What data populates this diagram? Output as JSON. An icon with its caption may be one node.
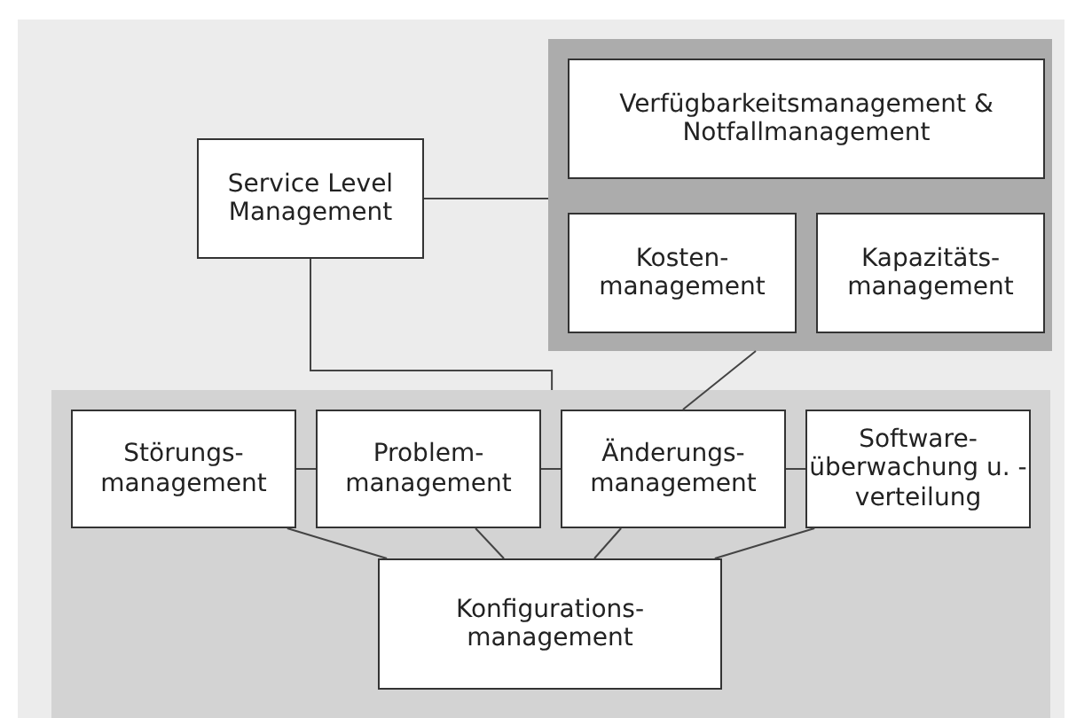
{
  "diagram": {
    "nodes": [
      {
        "text": [],
        "shape": "box"
      },
      {
        "text": [
          "Verfügbarkeitsmanagement & Notfallmanagement"
        ],
        "in": 0
      },
      {
        "text": [
          "Kosten- management"
        ],
        "in": 0
      },
      {
        "text": [
          "Kapazitäts- management"
        ],
        "in": 0
      },
      {
        "text": [
          "Service Level Management"
        ]
      },
      {
        "text": [],
        "shape": "box"
      },
      {
        "text": [
          "Störungs- management"
        ],
        "in": 5
      },
      {
        "text": [
          "Problem- management"
        ],
        "in": 5
      },
      {
        "text": [
          "Änderungs- management"
        ],
        "in": 5
      },
      {
        "text": [
          "Software- überwachung u. -verteilung"
        ],
        "in": 5
      },
      {
        "text": [
          "Konfigurations- management"
        ],
        "in": 5
      }
    ],
    "edges": [
      {
        "from": 4,
        "to": 0,
        "arrow": "none"
      },
      {
        "from": 4,
        "to": 5,
        "arrow": "none"
      },
      {
        "from": 0,
        "to": 8,
        "arrow": "none"
      },
      {
        "from": 6,
        "to": 7,
        "arrow": "none"
      },
      {
        "from": 7,
        "to": 8,
        "arrow": "none"
      },
      {
        "from": 8,
        "to": 9,
        "arrow": "none"
      },
      {
        "from": 6,
        "to": 10,
        "arrow": "none"
      },
      {
        "from": 7,
        "to": 10,
        "arrow": "none"
      },
      {
        "from": 8,
        "to": 10,
        "arrow": "none"
      },
      {
        "from": 9,
        "to": 10,
        "arrow": "none"
      }
    ]
  }
}
